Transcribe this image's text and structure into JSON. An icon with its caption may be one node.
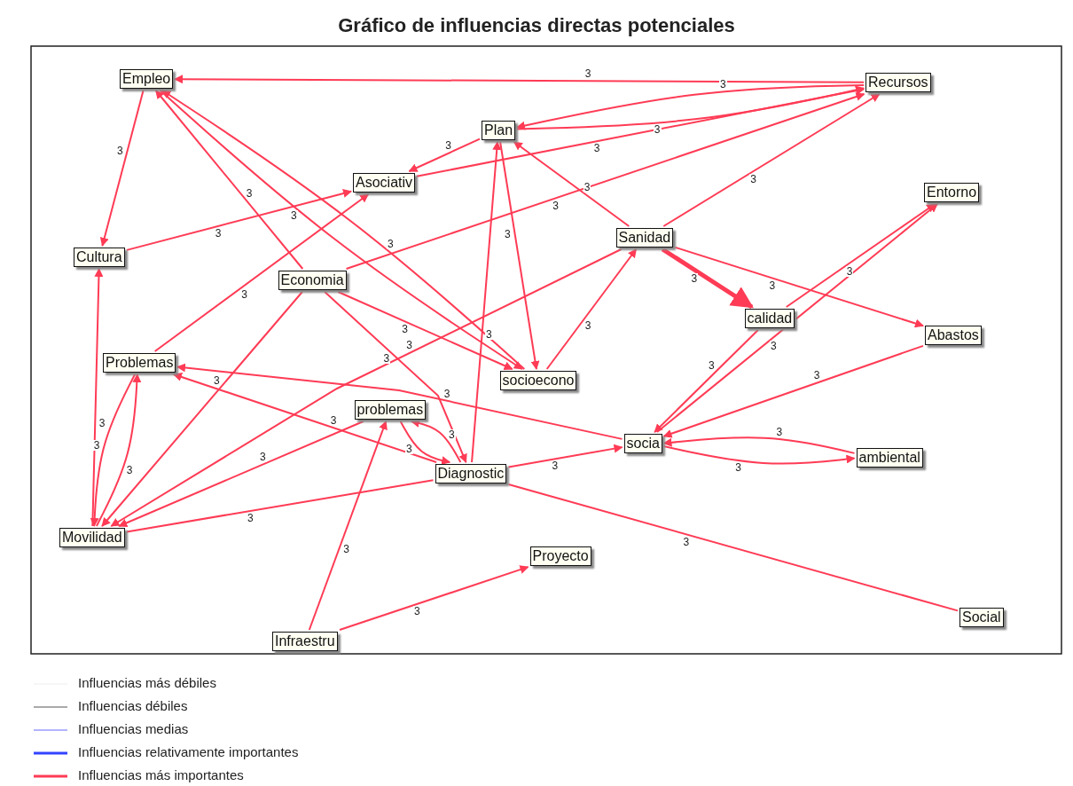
{
  "diagram": {
    "title": "Gráfico de influencias directas potenciales",
    "nodes": [
      {
        "text": [
          "Empleo"
        ]
      },
      {
        "text": [
          "Recursos"
        ]
      },
      {
        "text": [
          "Plan"
        ]
      },
      {
        "text": [
          "Asociativ"
        ]
      },
      {
        "text": [
          "Entorno"
        ]
      },
      {
        "text": [
          "Cultura"
        ]
      },
      {
        "text": [
          "Sanidad"
        ]
      },
      {
        "text": [
          "Economia"
        ]
      },
      {
        "text": [
          "calidad"
        ]
      },
      {
        "text": [
          "Abastos"
        ]
      },
      {
        "text": [
          "Problemas"
        ]
      },
      {
        "text": [
          "socioecono"
        ]
      },
      {
        "text": [
          "problemas"
        ]
      },
      {
        "text": [
          "socia"
        ]
      },
      {
        "text": [
          "ambiental"
        ]
      },
      {
        "text": [
          "Diagnostic"
        ]
      },
      {
        "text": [
          "Movilidad"
        ]
      },
      {
        "text": [
          "Proyecto"
        ]
      },
      {
        "text": [
          "Infraestru"
        ]
      },
      {
        "text": [
          "Social"
        ]
      }
    ],
    "edges": [
      {
        "from": 1,
        "to": 0,
        "arrow": "to",
        "label": "3"
      },
      {
        "from": 1,
        "to": 2,
        "arrow": "to",
        "label": "3"
      },
      {
        "from": 2,
        "to": 1,
        "arrow": "to",
        "label": "3"
      },
      {
        "from": 3,
        "to": 1,
        "arrow": "to",
        "label": "3"
      },
      {
        "from": 7,
        "to": 1,
        "arrow": "to",
        "label": "3"
      },
      {
        "from": 6,
        "to": 1,
        "arrow": "to",
        "label": "3"
      },
      {
        "from": 0,
        "to": 5,
        "arrow": "to",
        "label": "3"
      },
      {
        "from": 5,
        "to": 3,
        "arrow": "to",
        "label": "3"
      },
      {
        "from": 2,
        "to": 3,
        "arrow": "to",
        "label": "3"
      },
      {
        "from": 10,
        "to": 3,
        "arrow": "to",
        "label": "3"
      },
      {
        "from": 7,
        "to": 0,
        "arrow": "to",
        "label": "3"
      },
      {
        "from": 0,
        "to": 11,
        "arrow": "to",
        "label": "3"
      },
      {
        "from": 11,
        "to": 0,
        "arrow": "to",
        "label": "3"
      },
      {
        "from": 2,
        "to": 11,
        "arrow": "to",
        "label": "3"
      },
      {
        "from": 15,
        "to": 2,
        "arrow": "to",
        "label": "3"
      },
      {
        "from": 7,
        "to": 11,
        "arrow": "to",
        "label": "3"
      },
      {
        "from": 11,
        "to": 6,
        "arrow": "to",
        "label": "3"
      },
      {
        "from": 6,
        "to": 2,
        "arrow": "to",
        "label": "3"
      },
      {
        "from": 6,
        "to": 8,
        "arrow": "to",
        "style": "thick",
        "label": "3"
      },
      {
        "from": 6,
        "to": 9,
        "arrow": "to",
        "label": "3"
      },
      {
        "from": 6,
        "to": 16,
        "arrow": "to",
        "label": "3"
      },
      {
        "from": 8,
        "to": 4,
        "arrow": "to",
        "label": "3"
      },
      {
        "from": 13,
        "to": 4,
        "arrow": "to",
        "label": "3"
      },
      {
        "from": 8,
        "to": 13,
        "arrow": "to",
        "label": "3"
      },
      {
        "from": 9,
        "to": 13,
        "arrow": "to",
        "label": "3"
      },
      {
        "from": 13,
        "to": 14,
        "arrow": "to",
        "label": "3"
      },
      {
        "from": 14,
        "to": 13,
        "arrow": "to",
        "label": "3"
      },
      {
        "from": 13,
        "to": 10,
        "arrow": "to",
        "label": "3"
      },
      {
        "from": 15,
        "to": 10,
        "arrow": "to",
        "label": "3"
      },
      {
        "from": 15,
        "to": 13,
        "arrow": "to",
        "label": "3"
      },
      {
        "from": 15,
        "to": 12,
        "arrow": "to",
        "label": "3"
      },
      {
        "from": 12,
        "to": 15,
        "arrow": "to",
        "label": "3"
      },
      {
        "from": 7,
        "to": 15,
        "arrow": "to",
        "label": "3"
      },
      {
        "from": 16,
        "to": 15,
        "arrow": "none",
        "label": "3"
      },
      {
        "from": 15,
        "to": 19,
        "arrow": "none",
        "label": "3"
      },
      {
        "from": 16,
        "to": 5,
        "arrow": "to",
        "label": "3"
      },
      {
        "from": 16,
        "to": 10,
        "arrow": "to",
        "label": "3"
      },
      {
        "from": 10,
        "to": 16,
        "arrow": "to",
        "label": "3"
      },
      {
        "from": 7,
        "to": 16,
        "arrow": "to",
        "label": "3"
      },
      {
        "from": 12,
        "to": 16,
        "arrow": "to",
        "label": "3"
      },
      {
        "from": 18,
        "to": 12,
        "arrow": "to",
        "label": "3"
      },
      {
        "from": 18,
        "to": 17,
        "arrow": "to",
        "label": "3"
      }
    ],
    "legend": [
      {
        "text": "Influencias más débiles"
      },
      {
        "text": "Influencias débiles"
      },
      {
        "text": "Influencias medias"
      },
      {
        "text": "Influencias relativamente importantes"
      },
      {
        "text": "Influencias más importantes"
      }
    ]
  }
}
